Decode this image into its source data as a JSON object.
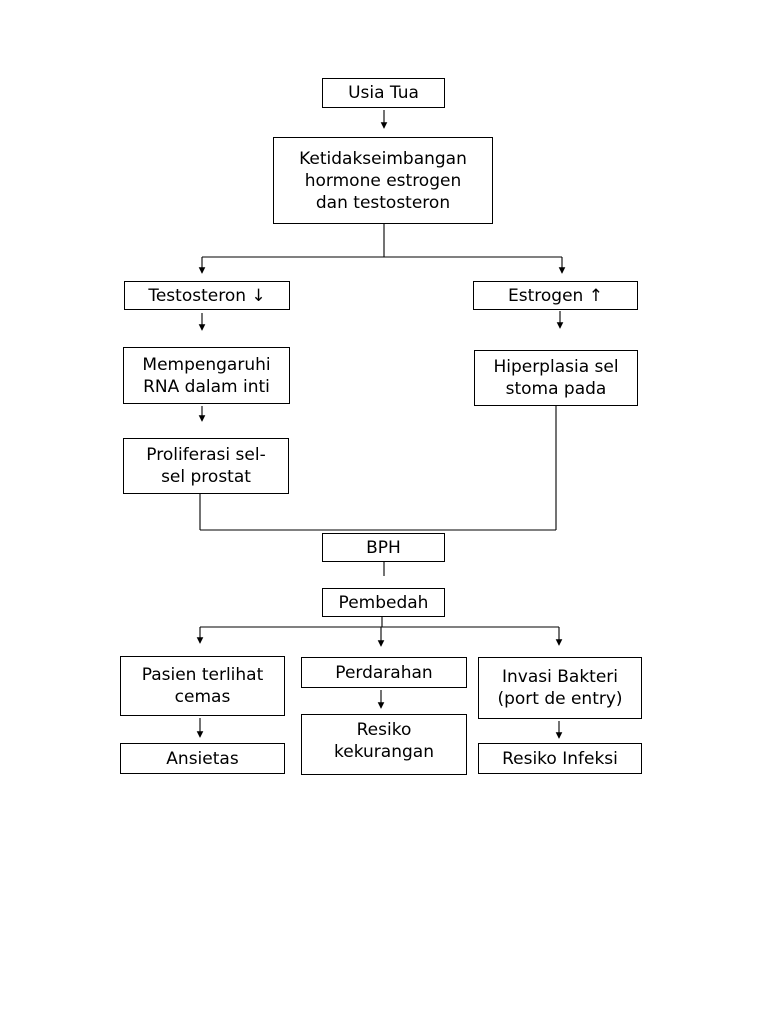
{
  "diagram": {
    "nodes": {
      "usia_tua": "Usia Tua",
      "ketidakseimbangan": "Ketidakseimbangan\nhormone estrogen\ndan testosteron",
      "testosteron": "Testosteron ↓",
      "estrogen": "Estrogen ↑",
      "mempengaruhi": "Mempengaruhi\nRNA dalam inti",
      "hiperplasia": "Hiperplasia sel\nstoma pada",
      "proliferasi": "Proliferasi sel-\nsel prostat",
      "bph": "BPH",
      "pembedah": "Pembedah",
      "pasien": "Pasien terlihat\ncemas",
      "perdarahan": "Perdarahan",
      "invasi": "Invasi Bakteri\n(port de entry)",
      "ansietas": "Ansietas",
      "resiko_kekurangan": "Resiko\nkekurangan",
      "resiko_infeksi": "Resiko Infeksi"
    },
    "colors": {
      "line": "#000000",
      "box_border": "#000000",
      "background": "#ffffff"
    }
  }
}
